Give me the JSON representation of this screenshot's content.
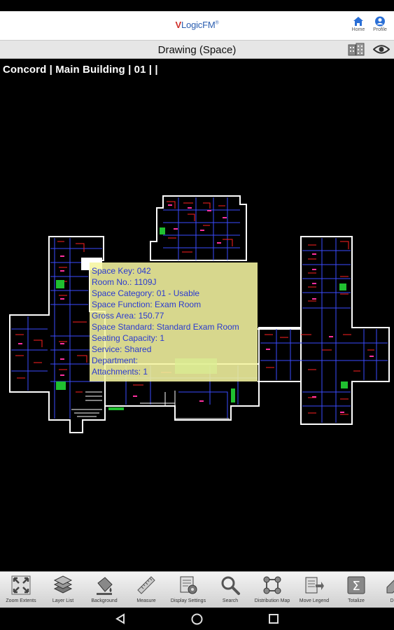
{
  "app": {
    "logo_v": "V",
    "logo_rest": "LogicFM",
    "logo_tm": "®",
    "home_label": "Home",
    "profile_label": "Profile"
  },
  "subheader": {
    "title": "Drawing (Space)"
  },
  "breadcrumb": "Concord | Main Building | 01 |  |",
  "tooltip": {
    "lines": [
      "Space Key: 042",
      "Room No.: 1109J",
      "Space Category: 01 - Usable",
      "Space Function: Exam Room",
      "Gross Area: 150.77",
      "Space Standard: Standard Exam Room",
      "Seating Capacity: 1",
      "Service: Shared",
      "Department:",
      "Attachments: 1"
    ]
  },
  "toolbar": {
    "items": [
      {
        "label": "Zoom Extents",
        "icon": "zoom-extents-icon"
      },
      {
        "label": "Layer List",
        "icon": "layers-icon"
      },
      {
        "label": "Background",
        "icon": "paint-bucket-icon"
      },
      {
        "label": "Measure",
        "icon": "ruler-icon"
      },
      {
        "label": "Display Settings",
        "icon": "display-settings-icon"
      },
      {
        "label": "Search",
        "icon": "search-icon"
      },
      {
        "label": "Distribution Map",
        "icon": "distribution-map-icon"
      },
      {
        "label": "Move Legend",
        "icon": "move-legend-icon"
      },
      {
        "label": "Totalize",
        "icon": "sigma-icon"
      },
      {
        "label": "De",
        "icon": "more-icon"
      }
    ]
  },
  "colors": {
    "tooltip_bg": "#f5f5a0",
    "tooltip_text": "#2a3ad0",
    "wall_white": "#ffffff",
    "wall_blue": "#3a4cff",
    "wall_red": "#ff2020",
    "green_zone": "#20c030"
  }
}
